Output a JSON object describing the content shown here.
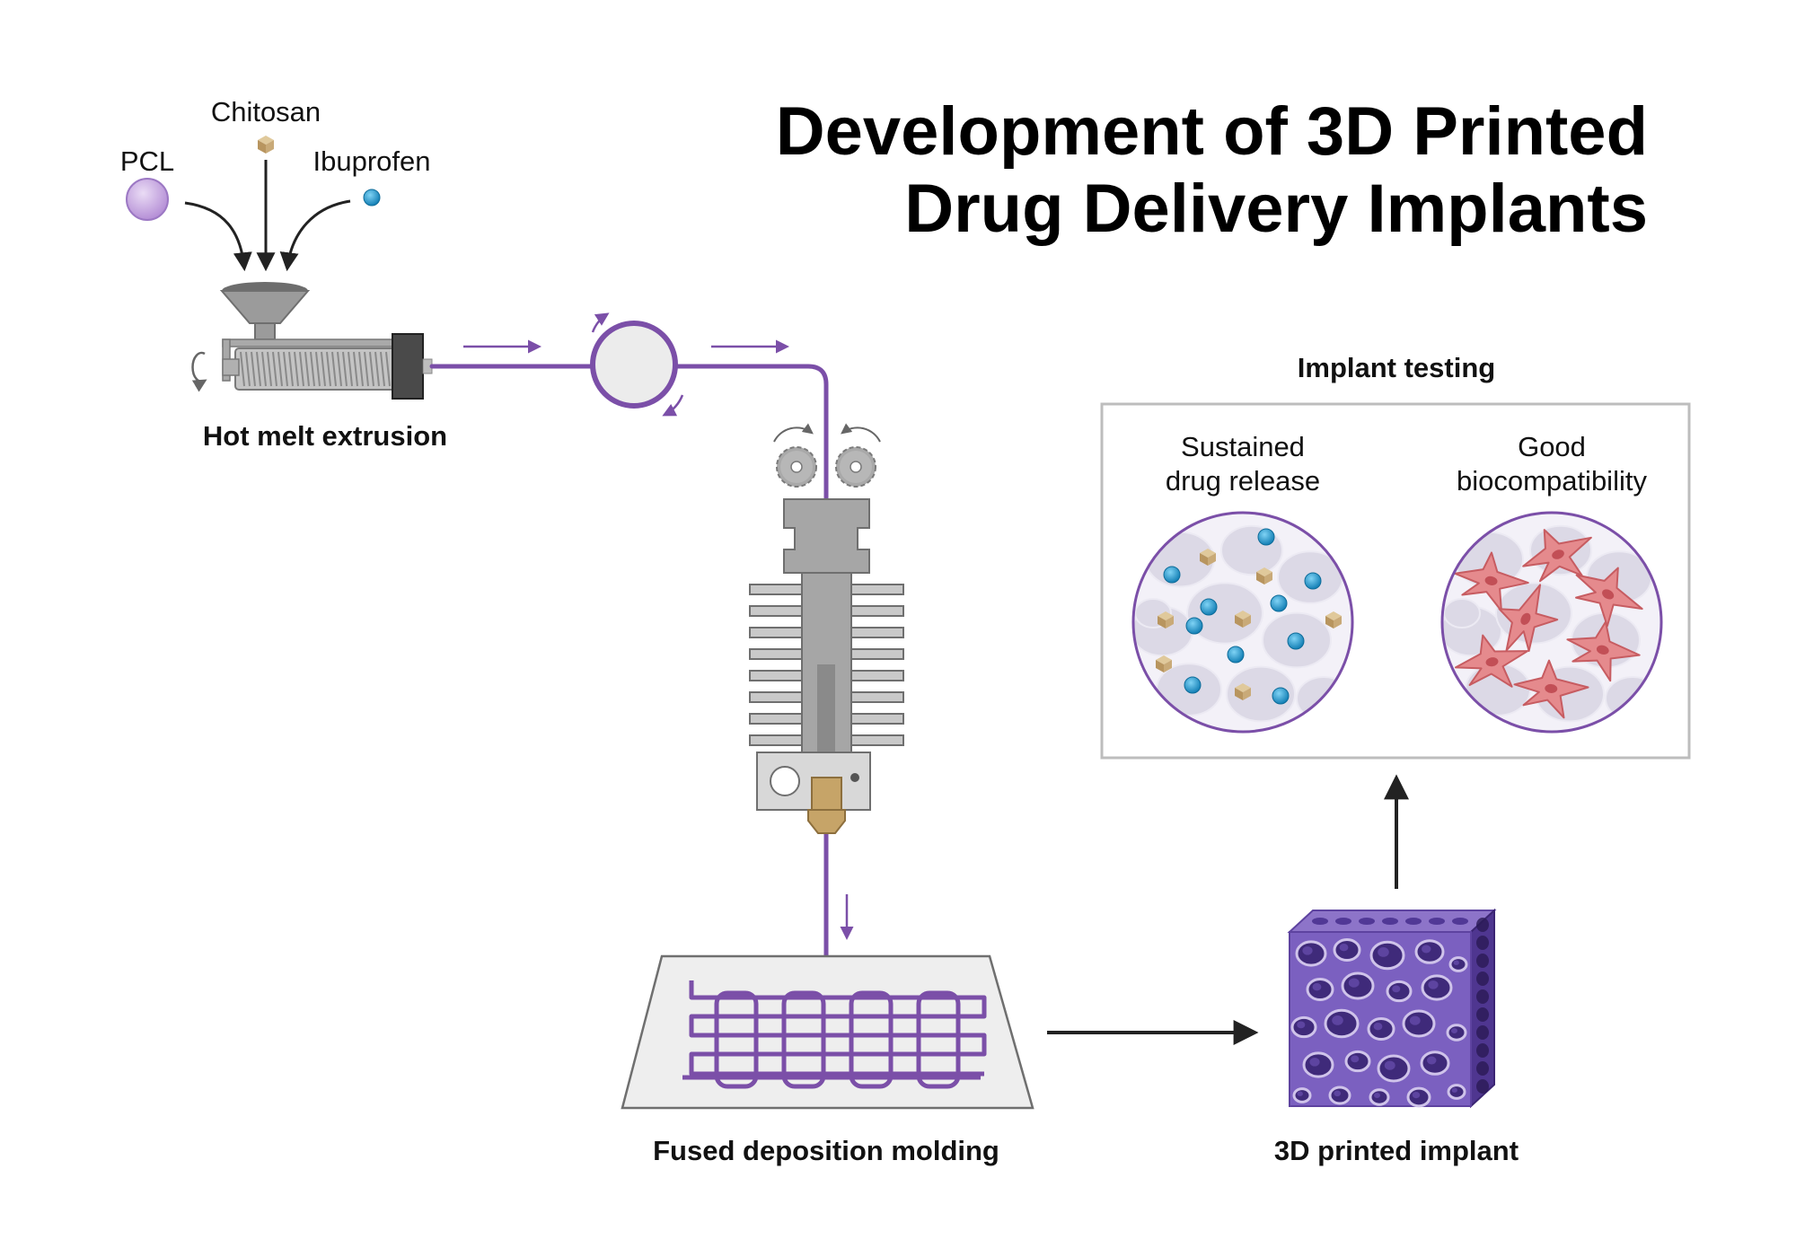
{
  "title": {
    "line1": "Development of 3D Printed",
    "line2": "Drug Delivery Implants"
  },
  "ingredients": {
    "pcl": "PCL",
    "chitosan": "Chitosan",
    "ibuprofen": "Ibuprofen"
  },
  "steps": {
    "hot_melt_extrusion": "Hot melt extrusion",
    "fused_deposition": "Fused deposition molding",
    "printed_implant": "3D printed implant",
    "implant_testing": "Implant testing"
  },
  "testing": {
    "release_line1": "Sustained",
    "release_line2": "drug release",
    "biocompat_line1": "Good",
    "biocompat_line2": "biocompatibility"
  },
  "colors": {
    "filament": "#7b4fa8",
    "pcl": "#c6a6df",
    "ibuprofen": "#1f95c9",
    "chitosan": "#c9aa78",
    "cell": "#dc6f73",
    "scaffold": "#6a4ab0",
    "metal": "#a5a5a5",
    "arrow": "#222222"
  }
}
